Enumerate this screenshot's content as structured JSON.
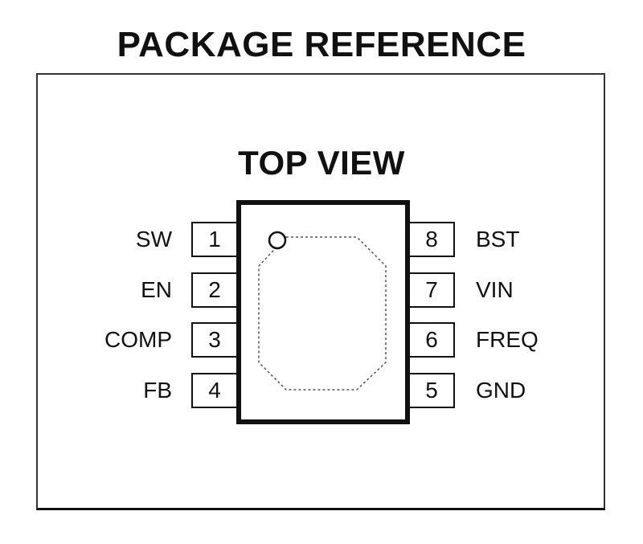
{
  "title": "PACKAGE REFERENCE",
  "view_title": "TOP VIEW",
  "pins_left": [
    {
      "number": "1",
      "name": "SW"
    },
    {
      "number": "2",
      "name": "EN"
    },
    {
      "number": "3",
      "name": "COMP"
    },
    {
      "number": "4",
      "name": "FB"
    }
  ],
  "pins_right": [
    {
      "number": "8",
      "name": "BST"
    },
    {
      "number": "7",
      "name": "VIN"
    },
    {
      "number": "6",
      "name": "FREQ"
    },
    {
      "number": "5",
      "name": "GND"
    }
  ]
}
